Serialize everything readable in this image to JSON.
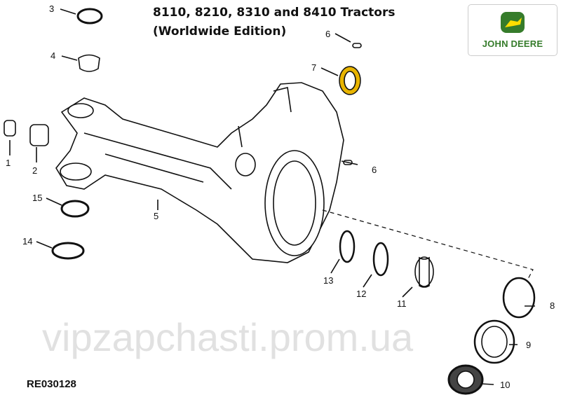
{
  "title": {
    "line1": "8110, 8210, 8310 and 8410 Tractors",
    "line2": "(Worldwide Edition)"
  },
  "logo": {
    "text": "JOHN DEERE",
    "colors": {
      "green": "#367c2b",
      "yellow": "#ffde00"
    }
  },
  "reference_code": "RE030128",
  "watermark": "vipzapchasti.prom.ua",
  "callouts": [
    "1",
    "2",
    "3",
    "4",
    "5",
    "6",
    "6",
    "7",
    "8",
    "9",
    "10",
    "11",
    "12",
    "13",
    "14",
    "15"
  ]
}
